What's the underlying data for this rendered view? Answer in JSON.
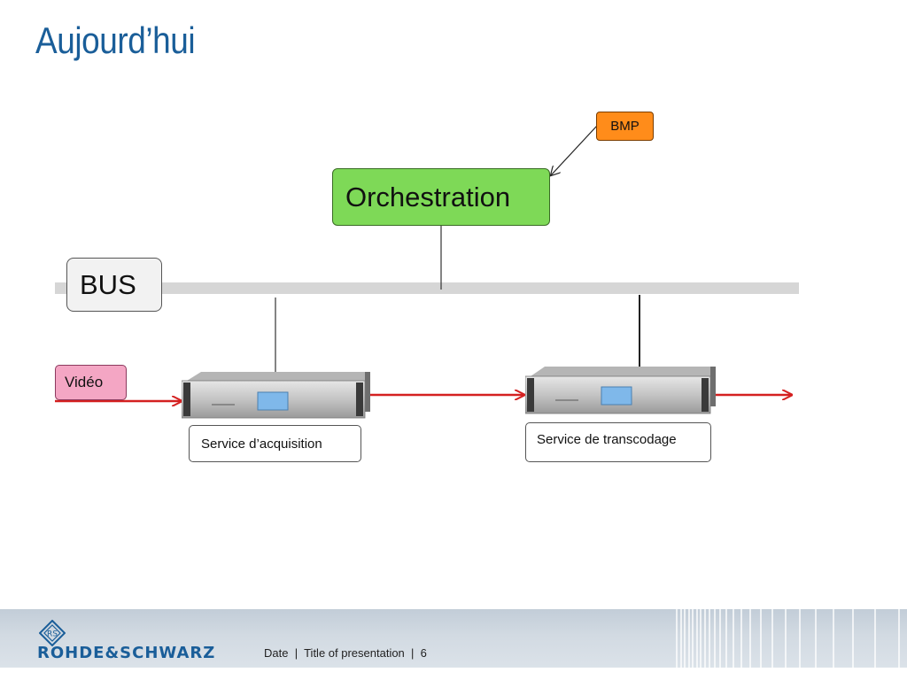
{
  "slide": {
    "title": "Aujourd’hui"
  },
  "diagram": {
    "orchestration_label": "Orchestration",
    "bmp_label": "BMP",
    "bus_label": "BUS",
    "video_label": "Vidéo",
    "acquisition_label": "Service d’acquisition",
    "transcoding_label": "Service de transcodage"
  },
  "footer": {
    "logo_text": "ROHDE&SCHWARZ",
    "logo_mark_text": "RS",
    "date": "Date",
    "separator": "|",
    "presentation_title": "Title of presentation",
    "page_number": "6"
  },
  "colors": {
    "title": "#1a5e99",
    "orchestration": "#7ed957",
    "bmp": "#ff8c1a",
    "video": "#f4a6c4",
    "bus_bar": "#d6d6d6",
    "arrow_red": "#d42020",
    "footer_band": "#ccd5de"
  }
}
